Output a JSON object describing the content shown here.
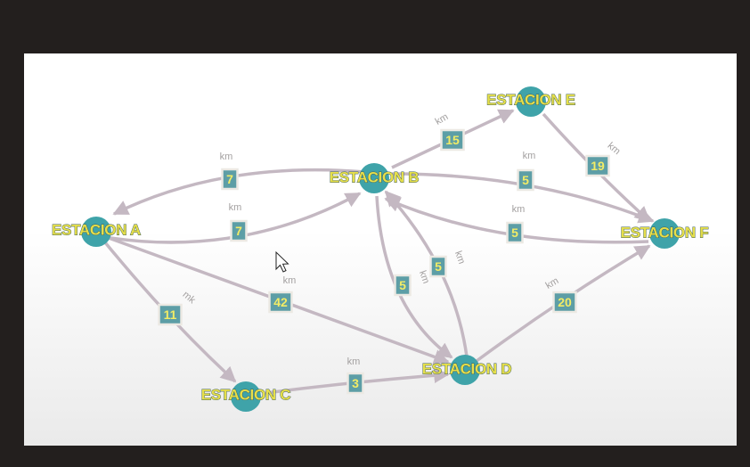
{
  "colors": {
    "background": "#231f1e",
    "slide": "#ffffff",
    "edge": "#c4b8c2",
    "node": "#3fa3a9",
    "label_fill": "#e6df4a",
    "weight_box": "#5d9ea6"
  },
  "nodes": [
    {
      "id": "A",
      "label": "ESTACION A"
    },
    {
      "id": "B",
      "label": "ESTACION B"
    },
    {
      "id": "C",
      "label": "ESTACION C"
    },
    {
      "id": "D",
      "label": "ESTACION D"
    },
    {
      "id": "E",
      "label": "ESTACION E"
    },
    {
      "id": "F",
      "label": "ESTACION F"
    }
  ],
  "edges": [
    {
      "from": "B",
      "to": "A",
      "weight": "7",
      "unit": "km"
    },
    {
      "from": "A",
      "to": "B",
      "weight": "7",
      "unit": "km"
    },
    {
      "from": "B",
      "to": "E",
      "weight": "15",
      "unit": "km"
    },
    {
      "from": "E",
      "to": "F",
      "weight": "19",
      "unit": "km"
    },
    {
      "from": "B",
      "to": "F",
      "weight": "5",
      "unit": "km"
    },
    {
      "from": "F",
      "to": "B",
      "weight": "5",
      "unit": "km"
    },
    {
      "from": "A",
      "to": "C",
      "weight": "11",
      "unit": "mk"
    },
    {
      "from": "A",
      "to": "D",
      "weight": "42",
      "unit": "km"
    },
    {
      "from": "B",
      "to": "D",
      "weight": "5",
      "unit": "km"
    },
    {
      "from": "D",
      "to": "B",
      "weight": "5",
      "unit": "km"
    },
    {
      "from": "C",
      "to": "D",
      "weight": "3",
      "unit": "km"
    },
    {
      "from": "D",
      "to": "F",
      "weight": "20",
      "unit": "km"
    }
  ],
  "cursor": "arrow-cursor-icon"
}
